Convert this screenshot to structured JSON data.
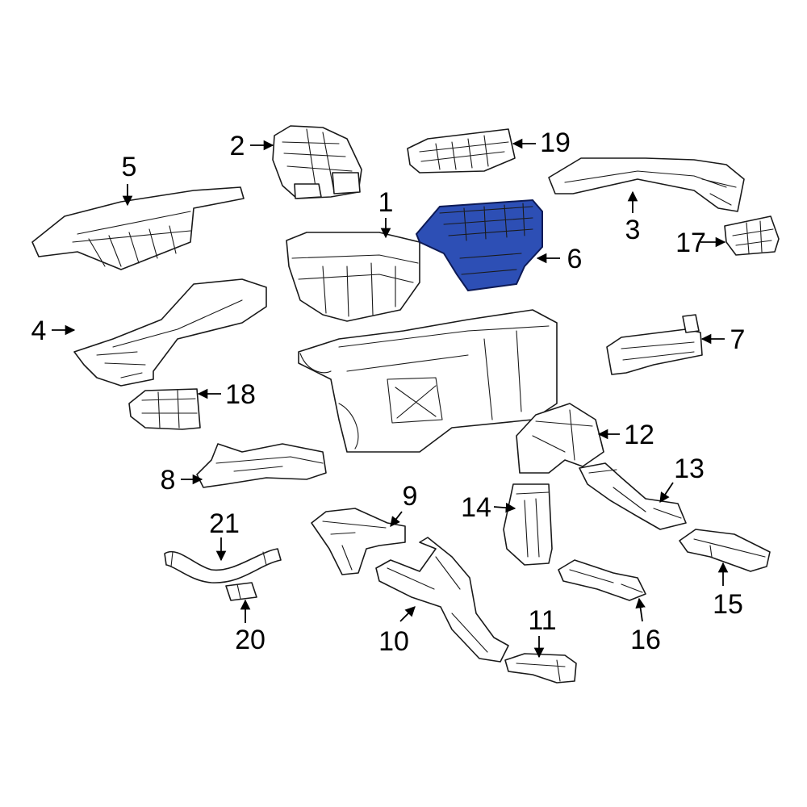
{
  "diagram": {
    "highlight_color": "#2d4fb5",
    "highlight_stroke": "#0d1a55",
    "highlighted_part": "6",
    "callouts": [
      "1",
      "2",
      "3",
      "4",
      "5",
      "6",
      "7",
      "8",
      "9",
      "10",
      "11",
      "12",
      "13",
      "14",
      "15",
      "16",
      "17",
      "18",
      "19",
      "20",
      "21"
    ]
  }
}
